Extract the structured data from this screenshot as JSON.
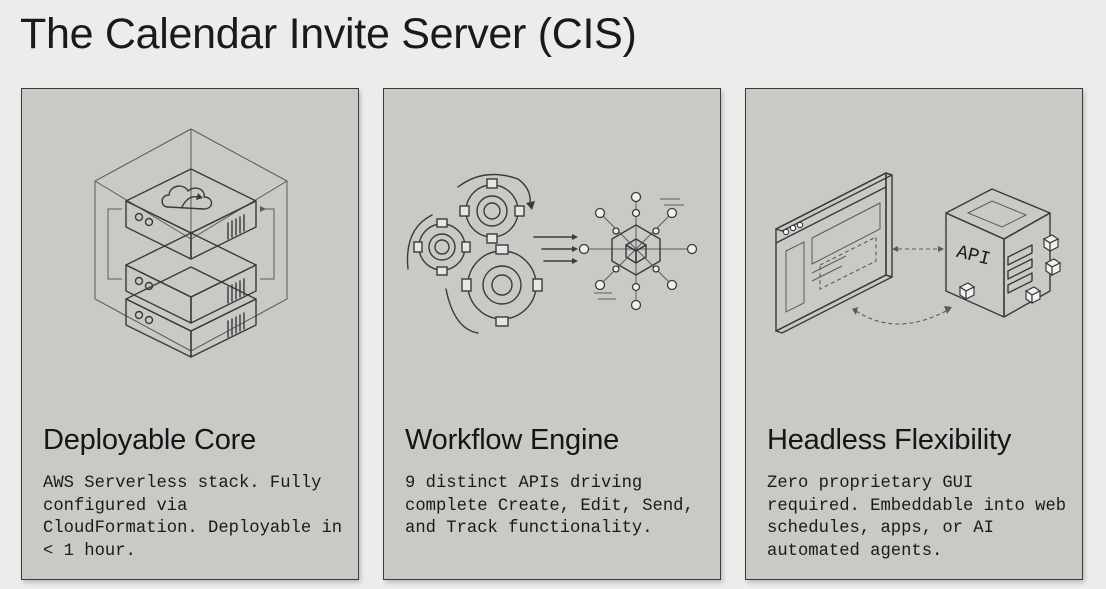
{
  "page": {
    "title": "The Calendar Invite Server (CIS)"
  },
  "cards": [
    {
      "title": "Deployable Core",
      "description": "AWS Serverless stack. Fully configured via CloudFormation. Deployable in < 1 hour.",
      "icon": "server-stack-cloud-icon"
    },
    {
      "title": "Workflow Engine",
      "description": "9 distinct APIs driving complete Create, Edit, Send, and Track functionality.",
      "icon": "gears-network-hub-icon"
    },
    {
      "title": "Headless Flexibility",
      "description": "Zero proprietary GUI required. Embeddable into web schedules, apps, or AI automated agents.",
      "icon": "browser-api-cube-icon",
      "api_label": "API"
    }
  ],
  "colors": {
    "background": "#ececeb",
    "card": "#c9c9c6",
    "border": "#3a3a3a"
  }
}
